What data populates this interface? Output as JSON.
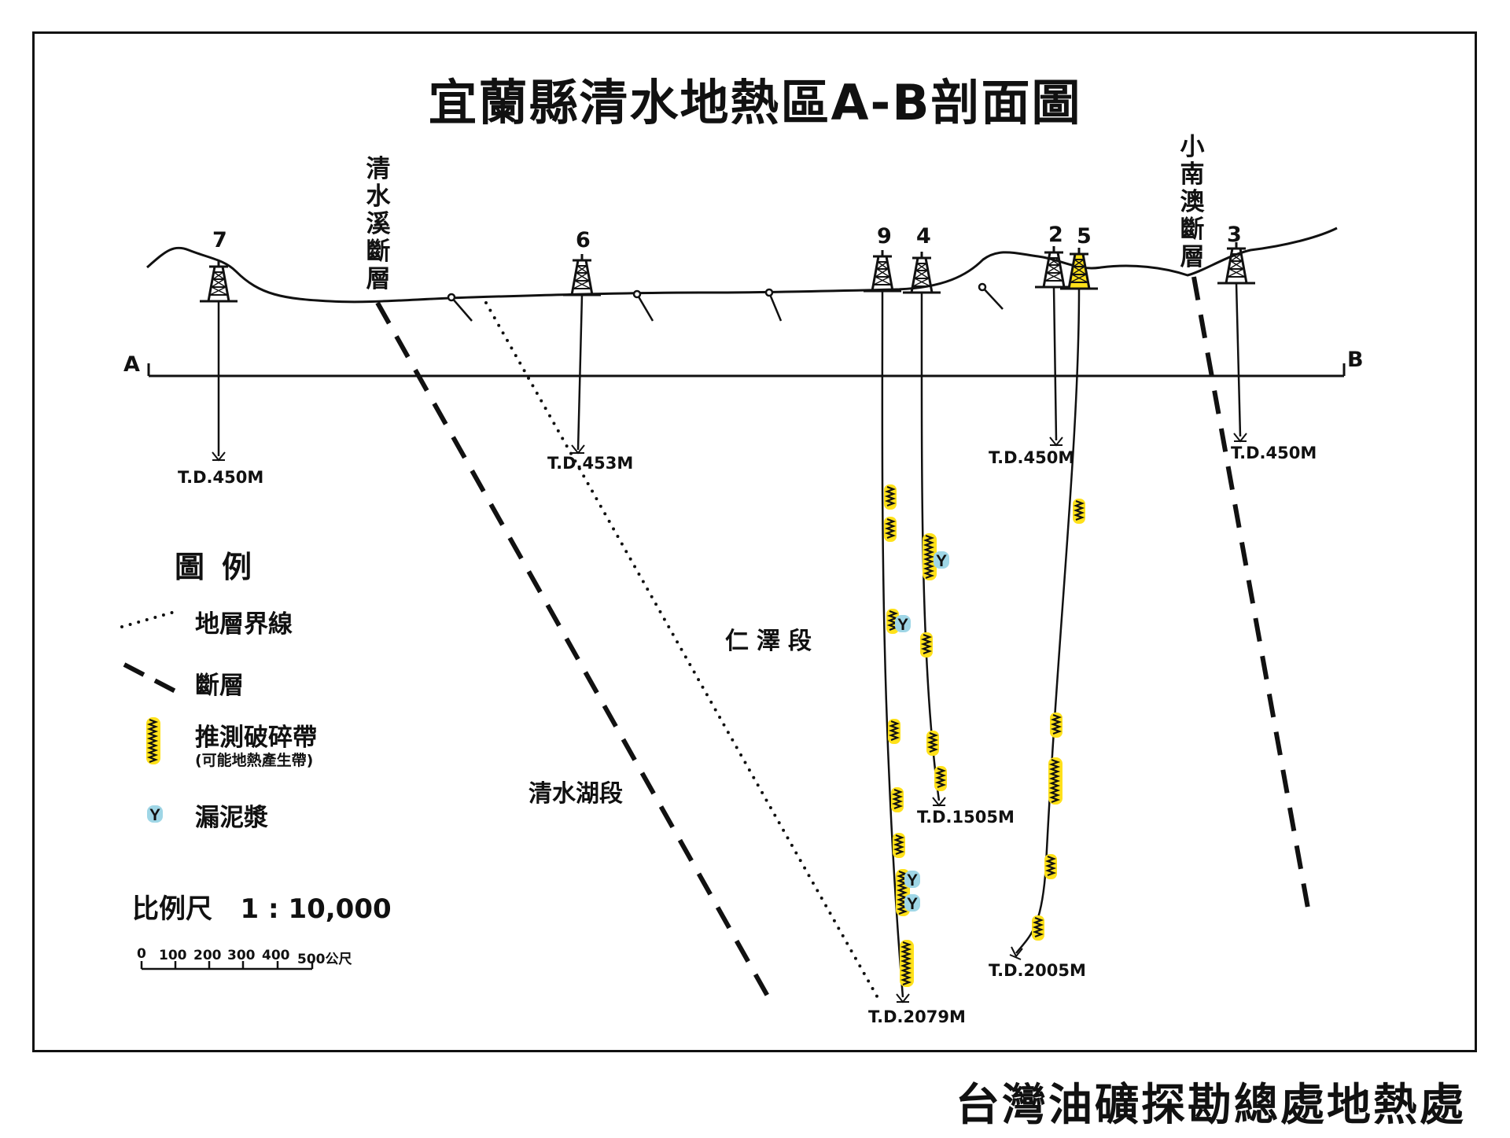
{
  "title": "宜蘭縣清水地熱區A-B剖面圖",
  "section_ends": {
    "left": "A",
    "right": "B"
  },
  "faults": [
    {
      "name": "清水溪斷層",
      "chars": [
        "清",
        "水",
        "溪",
        "斷",
        "層"
      ]
    },
    {
      "name": "小南澳斷層",
      "chars": [
        "小",
        "南",
        "澳",
        "斷",
        "層"
      ]
    }
  ],
  "wells": [
    {
      "number": "7",
      "td": "T.D.450M"
    },
    {
      "number": "6",
      "td": "T.D.453M"
    },
    {
      "number": "9",
      "td": "T.D.2079M"
    },
    {
      "number": "4",
      "td": "T.D.1505M"
    },
    {
      "number": "2",
      "td": "T.D.450M"
    },
    {
      "number": "5",
      "td": "T.D.2005M"
    },
    {
      "number": "3",
      "td": "T.D.450M"
    }
  ],
  "units": {
    "renze": "仁澤段",
    "qingshuihu": "清水湖段"
  },
  "legend": {
    "title": "圖例",
    "items": [
      {
        "symbol": "dotted-line-icon",
        "label": "地層界線"
      },
      {
        "symbol": "dashed-line-icon",
        "label": "斷層"
      },
      {
        "symbol": "fracture-zone-icon",
        "label": "推測破碎帶",
        "sublabel": "(可能地熱產生帶)"
      },
      {
        "symbol": "mud-loss-icon",
        "label": "漏泥漿",
        "glyph": "Y"
      }
    ]
  },
  "scale": {
    "label": "比例尺",
    "ratio": "1 : 10,000",
    "ticks": [
      "0",
      "100",
      "200",
      "300",
      "400",
      "500公尺"
    ]
  },
  "colors": {
    "fracture_fill": "#ffe11a",
    "mud_fill": "#9fd6e6",
    "line": "#111111"
  },
  "footer": "台灣油礦探勘總處地熱處"
}
